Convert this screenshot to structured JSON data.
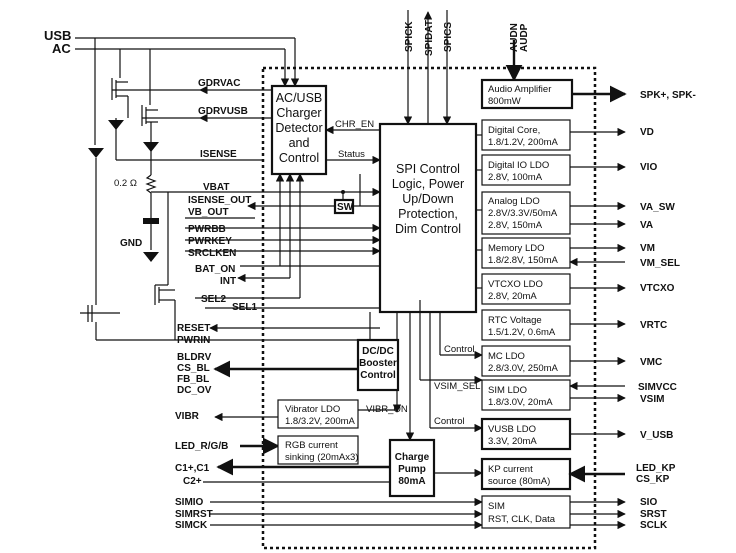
{
  "pins_left": {
    "usb": "USB",
    "ac": "AC",
    "gdrvac": "GDRVAC",
    "gdrvusb": "GDRVUSB",
    "isense": "ISENSE",
    "res": "0.2 Ω",
    "vbat": "VBAT",
    "isense_out": "ISENSE_OUT",
    "vb_out": "VB_OUT",
    "pwrbb": "PWRBB",
    "pwrkey": "PWRKEY",
    "srclken": "SRCLKEN",
    "gnd": "GND",
    "bat_on": "BAT_ON",
    "int": "INT",
    "sel2": "SEL2",
    "sel1": "SEL1",
    "reset": "RESET",
    "pwrin": "PWRIN",
    "bldrv": "BLDRV",
    "cs_bl": "CS_BL",
    "fb_bl": "FB_BL",
    "dc_ov": "DC_OV",
    "vibr": "VIBR",
    "led_rgb": "LED_R/G/B",
    "c1": "C1+,C1",
    "c2": "C2+",
    "simio": "SIMIO",
    "simrst": "SIMRST",
    "simck": "SIMCK"
  },
  "pins_top": {
    "spick": "SPICK",
    "spidat": "SPIDAT",
    "spics": "SPICS",
    "audn": "AUDN",
    "audp": "AUDP"
  },
  "pins_right": {
    "spk": "SPK+, SPK-",
    "vd": "VD",
    "vio": "VIO",
    "va_sw": "VA_SW",
    "va": "VA",
    "vm": "VM",
    "vm_sel": "VM_SEL",
    "vtcxo": "VTCXO",
    "vrtc": "VRTC",
    "vmc": "VMC",
    "simvcc": "SIMVCC",
    "vsim": "VSIM",
    "v_usb": "V_USB",
    "led_kp": "LED_KP",
    "cs_kp": "CS_KP",
    "sio": "SIO",
    "srst": "SRST",
    "sclk": "SCLK"
  },
  "blocks": {
    "charger": [
      "AC/USB",
      "Charger",
      "Detector",
      "and",
      "Control"
    ],
    "spi": [
      "SPI Control",
      "Logic, Power",
      "Up/Down",
      "Protection,",
      "Dim Control"
    ],
    "dcdc": [
      "DC/DC",
      "Booster",
      "Control"
    ],
    "pump": [
      "Charge",
      "Pump",
      "80mA"
    ],
    "sw": "SW",
    "audio": [
      "Audio Amplifier",
      "800mW"
    ],
    "digital_core": [
      "Digital Core,",
      "1.8/1.2V, 200mA"
    ],
    "digital_io": [
      "Digital IO LDO",
      "2.8V, 100mA"
    ],
    "analog": [
      "Analog  LDO",
      "2.8V/3.3V/50mA",
      "2.8V, 150mA"
    ],
    "memory": [
      "Memory  LDO",
      "1.8/2.8V, 150mA"
    ],
    "vtcxo": [
      "VTCXO LDO",
      "2.8V, 20mA"
    ],
    "rtc": [
      "RTC Voltage",
      "1.5/1.2V, 0.6mA"
    ],
    "mc": [
      "MC LDO",
      "2.8/3.0V, 250mA"
    ],
    "sim_ldo": [
      "SIM LDO",
      "1.8/3.0V, 20mA"
    ],
    "vusb": [
      "VUSB LDO",
      "3.3V, 20mA"
    ],
    "kp": [
      "KP current",
      "source (80mA)"
    ],
    "sim": [
      "SIM",
      "RST, CLK, Data"
    ],
    "vibrator": [
      "Vibrator LDO",
      "1.8/3.2V, 200mA"
    ],
    "rgb": [
      "RGB current",
      "sinking (20mAx3)"
    ]
  },
  "signals": {
    "chr_en": "CHR_EN",
    "status": "Status",
    "control1": "Control",
    "vsim_sel": "VSIM_SEL",
    "vibr_on": "VIBR_ON",
    "control2": "Control"
  }
}
